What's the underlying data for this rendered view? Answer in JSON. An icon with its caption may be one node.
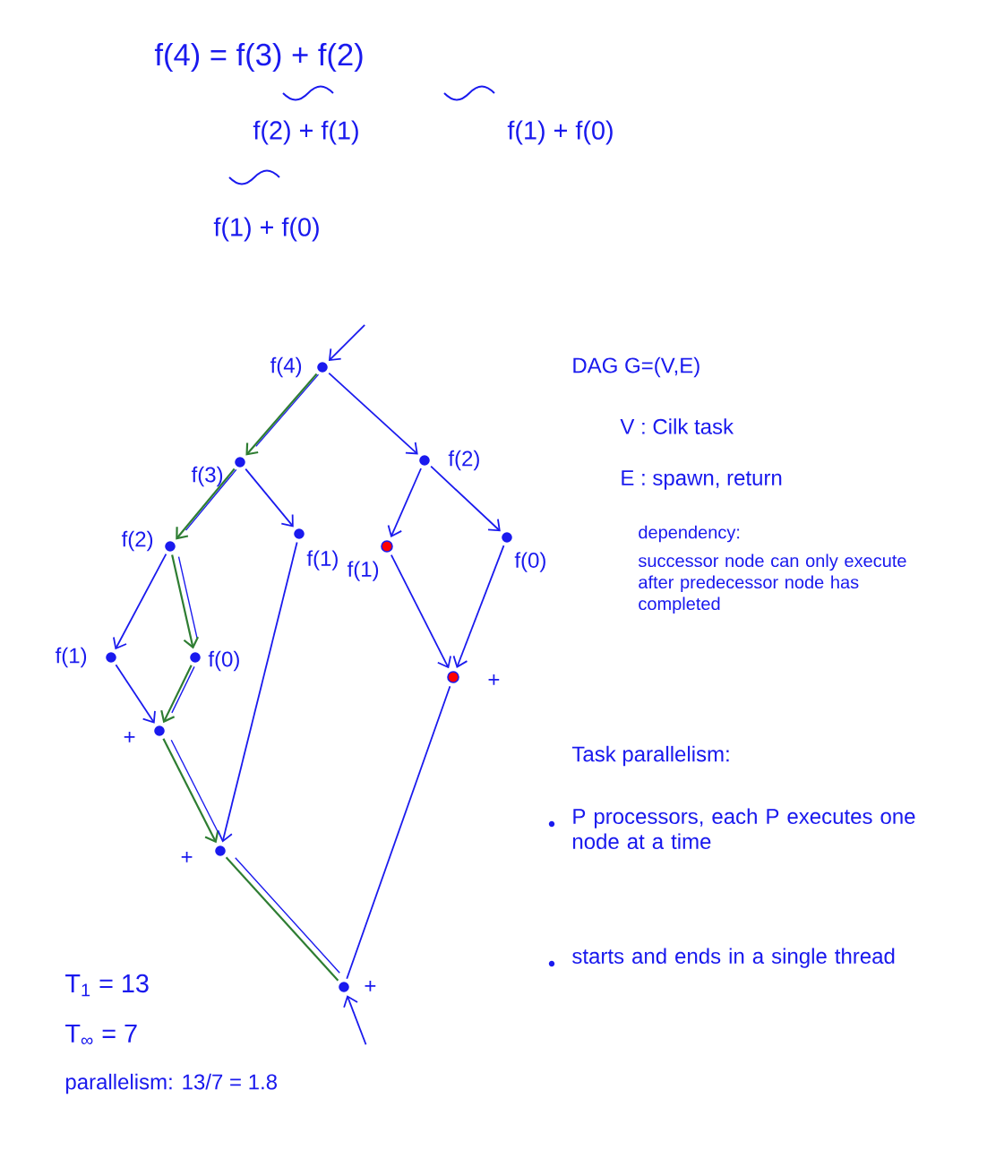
{
  "diagram": {
    "nodes": [
      {
        "text": [],
        "shape": "circle",
        "beside": [
          "f(4)"
        ]
      },
      {
        "text": [],
        "shape": "circle",
        "beside": [
          "f(3)"
        ]
      },
      {
        "text": [],
        "shape": "circle",
        "beside": [
          "f(2)"
        ]
      },
      {
        "text": [],
        "shape": "circle",
        "beside": [
          "f(2)"
        ]
      },
      {
        "text": [],
        "shape": "circle",
        "beside": [
          "f(1)"
        ]
      },
      {
        "text": [],
        "shape": "circle",
        "beside": [
          "f(1)"
        ]
      },
      {
        "text": [],
        "shape": "circle",
        "beside": [
          "f(0)"
        ]
      },
      {
        "text": [],
        "shape": "circle",
        "beside": [
          "f(1)"
        ]
      },
      {
        "text": [],
        "shape": "circle",
        "beside": [
          "f(0)"
        ]
      },
      {
        "text": [],
        "shape": "circle",
        "beside": [
          "+"
        ]
      },
      {
        "text": [],
        "shape": "circle",
        "beside": [
          "+"
        ]
      },
      {
        "text": [],
        "shape": "circle",
        "beside": [
          "+"
        ]
      },
      {
        "text": [],
        "shape": "circle",
        "beside": [
          "+"
        ]
      }
    ],
    "edges": [
      {
        "from": null,
        "to": 0,
        "arrow": "to"
      },
      {
        "from": 0,
        "to": 1,
        "arrow": "to",
        "color": "#2e7d32"
      },
      {
        "from": 0,
        "to": 2,
        "arrow": "to"
      },
      {
        "from": 1,
        "to": 3,
        "arrow": "to",
        "color": "#2e7d32"
      },
      {
        "from": 1,
        "to": 4,
        "arrow": "to"
      },
      {
        "from": 2,
        "to": 5,
        "arrow": "to"
      },
      {
        "from": 2,
        "to": 6,
        "arrow": "to"
      },
      {
        "from": 3,
        "to": 7,
        "arrow": "to"
      },
      {
        "from": 3,
        "to": 8,
        "arrow": "to",
        "color": "#2e7d32"
      },
      {
        "from": 7,
        "to": 9,
        "arrow": "to"
      },
      {
        "from": 8,
        "to": 9,
        "arrow": "to",
        "color": "#2e7d32"
      },
      {
        "from": 5,
        "to": 10,
        "arrow": "to"
      },
      {
        "from": 6,
        "to": 10,
        "arrow": "to"
      },
      {
        "from": 9,
        "to": 11,
        "arrow": "to",
        "color": "#2e7d32"
      },
      {
        "from": 4,
        "to": 11,
        "arrow": "to"
      },
      {
        "from": 11,
        "to": 12,
        "arrow": "none",
        "color": "#2e7d32"
      },
      {
        "from": 10,
        "to": 12,
        "arrow": "none"
      },
      {
        "from": null,
        "to": 12,
        "arrow": "to"
      }
    ],
    "labels": [
      "f(4) = f(3) + f(2)",
      "f(2) + f(1)",
      "f(1) + f(0)",
      "f(1) + f(0)",
      "DAG G=(V,E)",
      "V : Cilk task",
      "E : spawn, return",
      "dependency:",
      "successor node can only execute after predecessor node has completed",
      "Task parallelism:",
      "P processors, each P executes one node at a time",
      "starts and ends in a single thread",
      "T$_{1}$ = 13",
      "T$_{∞}$ = 7",
      "parallelism: 13/7 = 1.8"
    ]
  }
}
